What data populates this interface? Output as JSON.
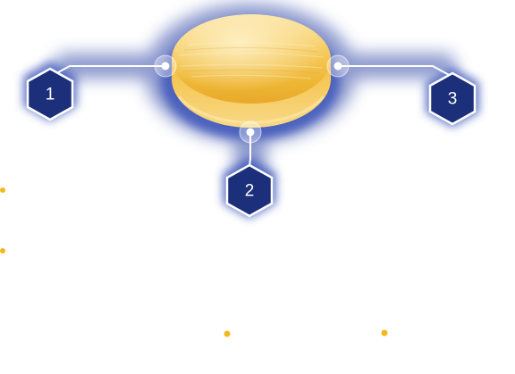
{
  "diagram": {
    "callouts": [
      {
        "number": "1"
      },
      {
        "number": "2"
      },
      {
        "number": "3"
      }
    ]
  },
  "colors": {
    "hexagon_fill": "#1b2f7a",
    "hexagon_border": "#ffffff",
    "glow": "#2d44a6",
    "connector_line": "#ffffff",
    "tablet_gold": "#f1bc3e",
    "tablet_highlight": "#fbe6a1",
    "accent_dot": "#f3b81c"
  }
}
